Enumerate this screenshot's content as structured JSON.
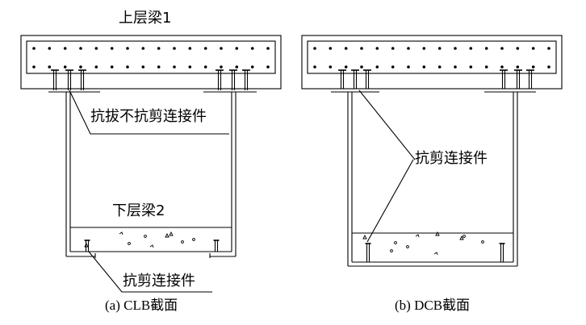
{
  "figure": {
    "panel_a": {
      "top_beam_label": "上层梁1",
      "uplift_connector_label": "抗拔不抗剪连接件",
      "bottom_beam_label": "下层梁2",
      "shear_connector_label": "抗剪连接件",
      "caption": "(a) CLB截面"
    },
    "panel_b": {
      "shear_connector_label": "抗剪连接件",
      "caption": "(b) DCB截面"
    }
  }
}
